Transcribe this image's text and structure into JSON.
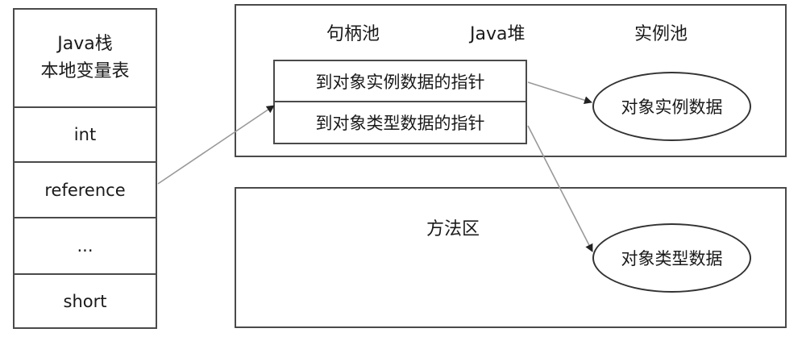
{
  "stack": {
    "title_line1": "Java栈",
    "title_line2": "本地变量表",
    "rows": [
      "int",
      "reference",
      "...",
      "short"
    ]
  },
  "heap": {
    "handle_pool": "句柄池",
    "java_heap": "Java堆",
    "instance_pool": "实例池",
    "pointers": [
      "到对象实例数据的指针",
      "到对象类型数据的指针"
    ],
    "instance_data": "对象实例数据"
  },
  "method_area": {
    "title": "方法区",
    "type_data": "对象类型数据"
  }
}
